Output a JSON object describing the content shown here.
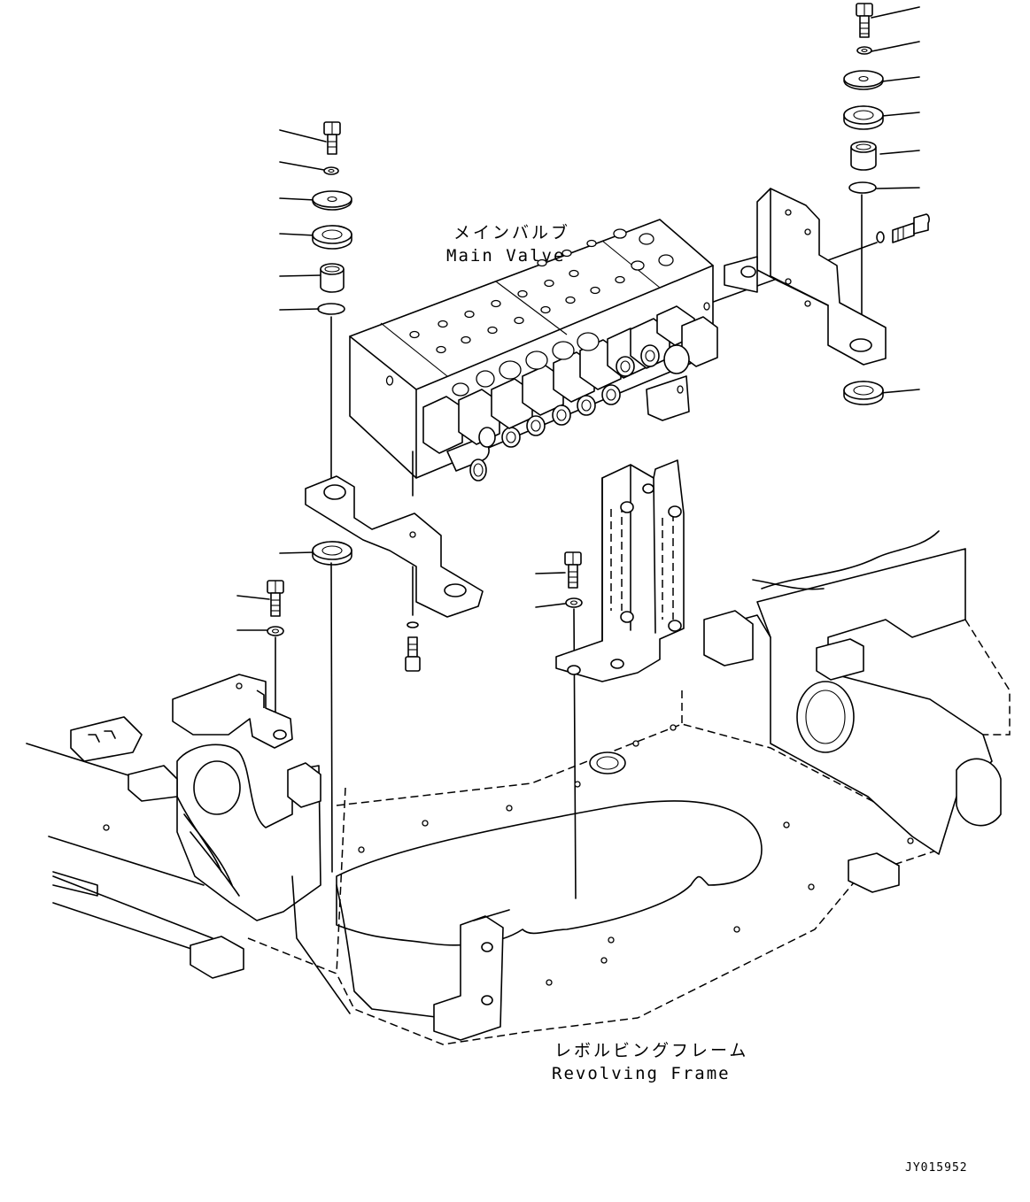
{
  "labels": {
    "main_valve_jp": "メインバルブ",
    "main_valve_en": "Main Valve",
    "revolving_frame_jp": "レボルビングフレーム",
    "revolving_frame_en": "Revolving Frame",
    "drawing_code": "JY015952"
  },
  "callouts": {
    "right_stack": [
      "bolt",
      "washer",
      "plate",
      "cushion",
      "collar",
      "o-ring",
      "cushion"
    ],
    "left_stack": [
      "bolt",
      "washer",
      "plate",
      "cushion",
      "collar",
      "o-ring",
      "cushion"
    ],
    "lower_left": [
      "bolt",
      "washer"
    ],
    "center": [
      "bolt",
      "washer"
    ]
  }
}
